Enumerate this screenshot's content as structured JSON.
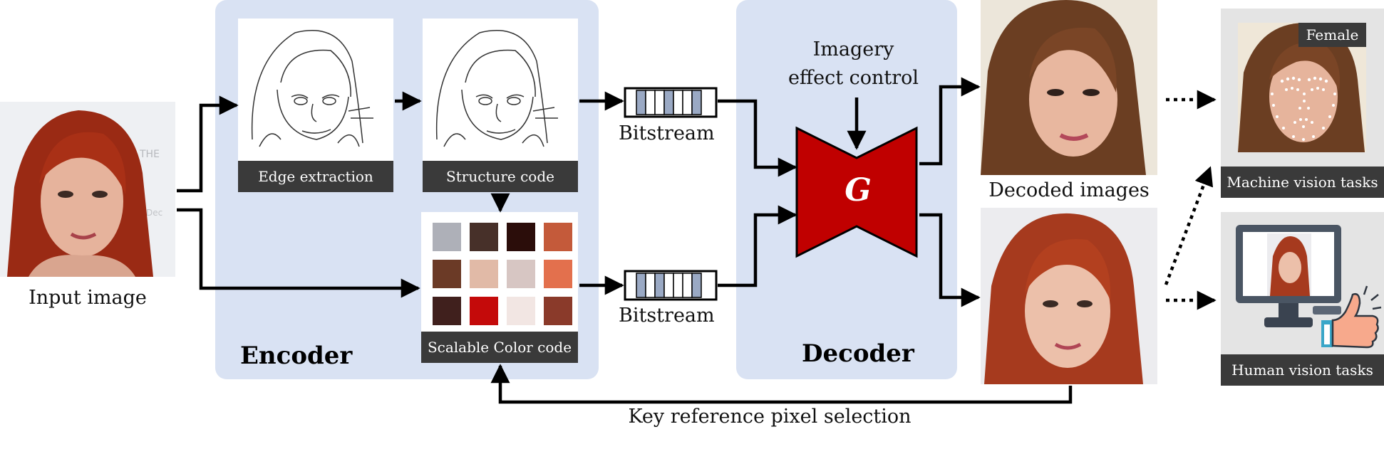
{
  "labels": {
    "input_image": "Input image",
    "encoder": "Encoder",
    "decoder": "Decoder",
    "edge_extraction": "Edge extraction",
    "structure_code": "Structure code",
    "scalable_color_code": "Scalable Color code",
    "bitstream_top": "Bitstream",
    "bitstream_bottom": "Bitstream",
    "imagery_effect_line1": "Imagery",
    "imagery_effect_line2": "effect control",
    "generator": "G",
    "decoded_images": "Decoded images",
    "key_reference": "Key reference pixel selection",
    "female": "Female",
    "machine_vision": "Machine vision tasks",
    "human_vision": "Human vision tasks"
  },
  "color_palette": [
    "#aeb0b8",
    "#473029",
    "#2b0d0a",
    "#c45a3a",
    "#6b3a26",
    "#e1baa7",
    "#d7c6c3",
    "#e3704d",
    "#40201d",
    "#c40a0a",
    "#f2e6e3",
    "#8a3a2a"
  ],
  "colors": {
    "panel": "#d9e2f3",
    "generator": "#c00000",
    "label_bar": "#3a3a3a",
    "bitstream_cell": "#9aa9c4"
  },
  "icons": [
    "face-photo",
    "sketch-image",
    "generator-hourglass",
    "bitstream-queue",
    "monitor-thumbs-up-icon",
    "facial-landmarks"
  ]
}
